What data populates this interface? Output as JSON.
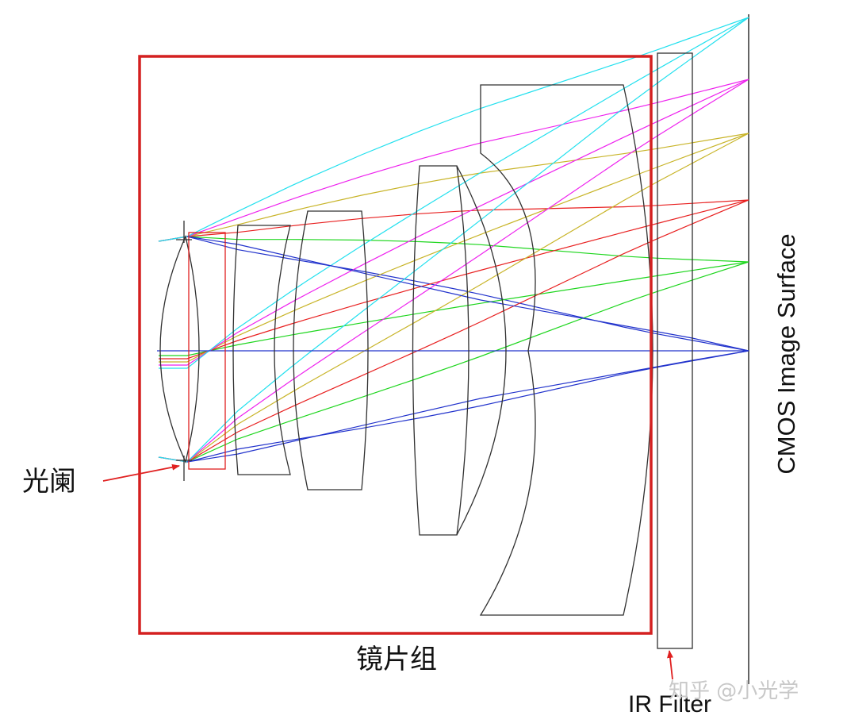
{
  "labels": {
    "aperture": "光阑",
    "lens_group": "镜片组",
    "ir_filter": "IR Filter",
    "sensor": "CMOS Image Surface"
  },
  "watermark": "知乎 @小光学",
  "colors": {
    "lens_outline": "#303030",
    "group_box": "#d42020",
    "annotation_arrow": "#e02020",
    "aperture_stop": "#e02020",
    "ray_fields": [
      "#2233cc",
      "#1ed61e",
      "#e82020",
      "#c8b428",
      "#ee22ee",
      "#22e0ee"
    ]
  },
  "elements": [
    {
      "name": "aperture-stop"
    },
    {
      "name": "lens-element-1"
    },
    {
      "name": "lens-element-2"
    },
    {
      "name": "lens-element-3"
    },
    {
      "name": "lens-element-4"
    },
    {
      "name": "lens-element-5"
    },
    {
      "name": "lens-element-6"
    },
    {
      "name": "ir-filter-plate"
    },
    {
      "name": "image-surface"
    }
  ]
}
